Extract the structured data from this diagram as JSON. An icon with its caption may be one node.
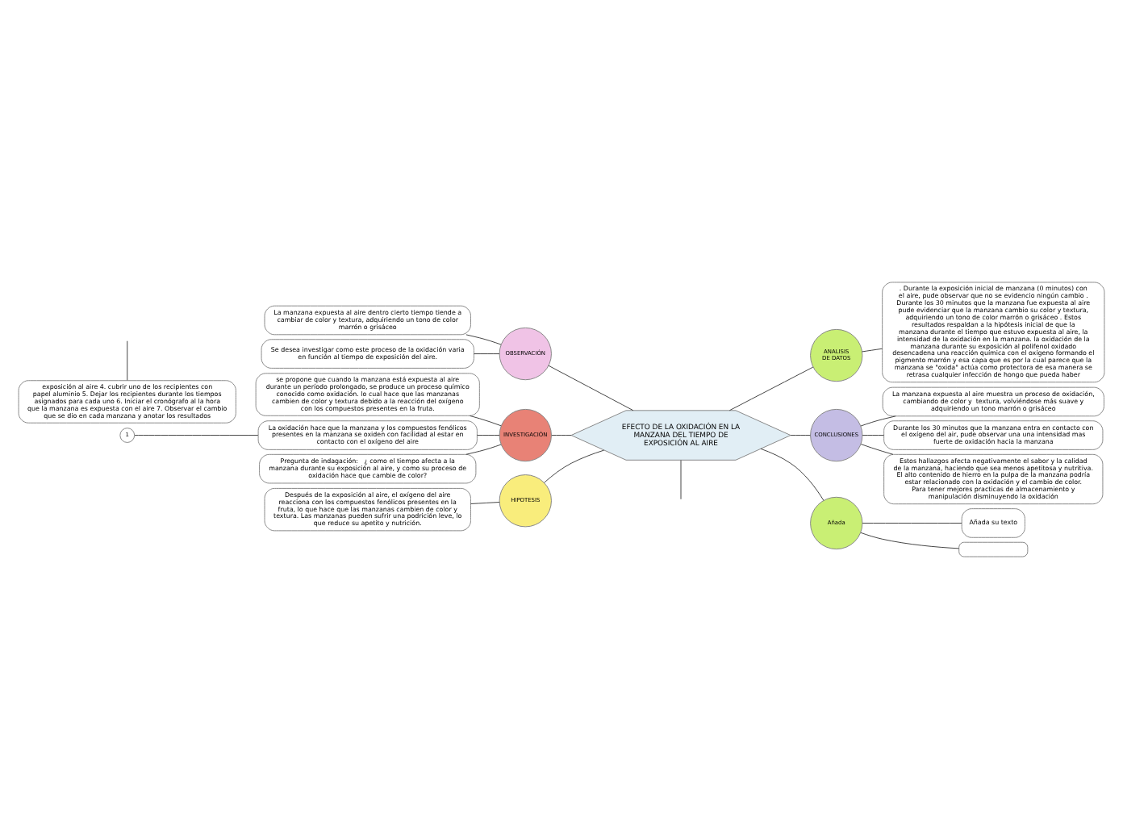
{
  "diagram": {
    "nodes": [
      {
        "text": [
          "EFECTO DE LA OXIDACIÓN EN LA MANZANA DEL TIEMPO DE EXPOSICIÓN AL AIRE"
        ]
      },
      {
        "text": [
          "OBSERVACIÓN"
        ]
      },
      {
        "text": [
          "La manzana expuesta al aire dentro cierto tiempo tiende a cambiar de color y textura, adquiriendo un tono de color marrón o grisáceo"
        ]
      },
      {
        "text": [
          "Se desea investigar como este proceso de la oxidación varia en función al tiempo de exposición del aire."
        ]
      },
      {
        "text": [
          "INVESTIGACIÓN"
        ]
      },
      {
        "text": [
          "se propone que cuando la manzana está expuesta al aire durante un período prolongado, se produce un proceso químico conocido como oxidación. lo cual hace que las manzanas cambien de color y textura debido a la reacción del oxígeno con los compuestos presentes en la fruta."
        ]
      },
      {
        "text": [
          "La oxidación hace que la manzana y los compuestos fenólicos presentes en la manzana se oxiden con facilidad al estar en contacto con el oxígeno del aire"
        ]
      },
      {
        "text": [
          "1"
        ]
      },
      {
        "text": [
          "Pregunta de indagación:   ¿ como el tiempo afecta a la manzana durante su exposición al aire, y como su proceso de oxidación hace que cambie de color?"
        ]
      },
      {
        "text": [
          "HIPOTESIS"
        ]
      },
      {
        "text": [
          "Después de la exposición al aire, el oxígeno del aire reacciona con los compuestos fenólicos presentes en la fruta, lo que hace que las manzanas cambien de color y textura. Las manzanas pueden sufrir una podrición leve, lo que reduce su apetito y nutrición."
        ]
      },
      {
        "text": [
          "ANALISIS DE DATOS"
        ]
      },
      {
        "text": [
          ". Durante la exposición inicial de manzana (0 minutos) con el aire, pude observar que no se evidencio ningún cambio . Durante los 30 minutos que la manzana fue expuesta al aire pude evidenciar que la manzana cambio su color y textura, adquiriendo un tono de color marrón o grisáceo . Estos resultados respaldan a la hipótesis inicial de que la manzana durante el tiempo que estuvo expuesta al aire, la intensidad de la oxidación en la manzana. la oxidación de la manzana durante su exposición al polifenol oxidado desencadena una reacción química con el oxígeno formando el pigmento marrón y esa capa que es por la cual parece que la manzana se \"oxida\" actúa como protectora de esa manera se retrasa cualquier infección de hongo que pueda haber"
        ]
      },
      {
        "text": [
          "CONCLUSIONES"
        ]
      },
      {
        "text": [
          "La manzana expuesta al aire muestra un proceso de oxidación, cambiando de color y  textura, volviéndose más suave y adquiriendo un tono marrón o grisáceo"
        ]
      },
      {
        "text": [
          "Durante los 30 minutos que la manzana entra en contacto con el oxígeno del air, pude observar una una intensidad mas fuerte de oxidación hacia la manzana"
        ]
      },
      {
        "text": [
          "Estos hallazgos afecta negativamente el sabor y la calidad de la manzana, haciendo que sea menos apetitosa y nutritiva. El alto contenido de hierro en la pulpa de la manzana podría estar relacionado con la oxidación y el cambio de color. Para tener mejores practicas de almacenamiento y manipulación disminuyendo la oxidación"
        ]
      },
      {
        "text": [
          "Añada"
        ]
      },
      {
        "text": [
          "Añada su texto"
        ]
      },
      {
        "text": [],
        "shape": "box"
      },
      {
        "text": [
          "exposición al aire 4. cubrir uno de los recipientes con papel aluminio 5. Dejar los recipientes durante los tiempos asignados para cada uno 6. Iniciar el cronógrafo al la hora que la manzana es expuesta con el aire 7. Observar el cambio que se dio en cada manzana y anotar los resultados"
        ]
      }
    ],
    "edges": [
      {
        "from": 0,
        "to": 1,
        "arrow": "none"
      },
      {
        "from": 1,
        "to": 2,
        "arrow": "none"
      },
      {
        "from": 1,
        "to": 3,
        "arrow": "none"
      },
      {
        "from": 0,
        "to": 4,
        "arrow": "none"
      },
      {
        "from": 4,
        "to": 5,
        "arrow": "none"
      },
      {
        "from": 4,
        "to": 6,
        "arrow": "none"
      },
      {
        "from": 6,
        "to": 7,
        "arrow": "none"
      },
      {
        "from": 4,
        "to": 8,
        "arrow": "none"
      },
      {
        "from": 0,
        "to": 9,
        "arrow": "none"
      },
      {
        "from": 9,
        "to": 10,
        "arrow": "none"
      },
      {
        "from": 0,
        "to": 11,
        "arrow": "none"
      },
      {
        "from": 11,
        "to": 12,
        "arrow": "none"
      },
      {
        "from": 0,
        "to": 13,
        "arrow": "none"
      },
      {
        "from": 13,
        "to": 14,
        "arrow": "none"
      },
      {
        "from": 13,
        "to": 15,
        "arrow": "none"
      },
      {
        "from": 13,
        "to": 16,
        "arrow": "none"
      },
      {
        "from": 0,
        "to": 17,
        "arrow": "none"
      },
      {
        "from": 17,
        "to": 18,
        "arrow": "none"
      },
      {
        "from": 17,
        "to": 19,
        "arrow": "none"
      },
      {
        "from": 0,
        "to": null,
        "arrow": "none"
      },
      {
        "from": null,
        "to": 20,
        "arrow": "none"
      }
    ]
  }
}
